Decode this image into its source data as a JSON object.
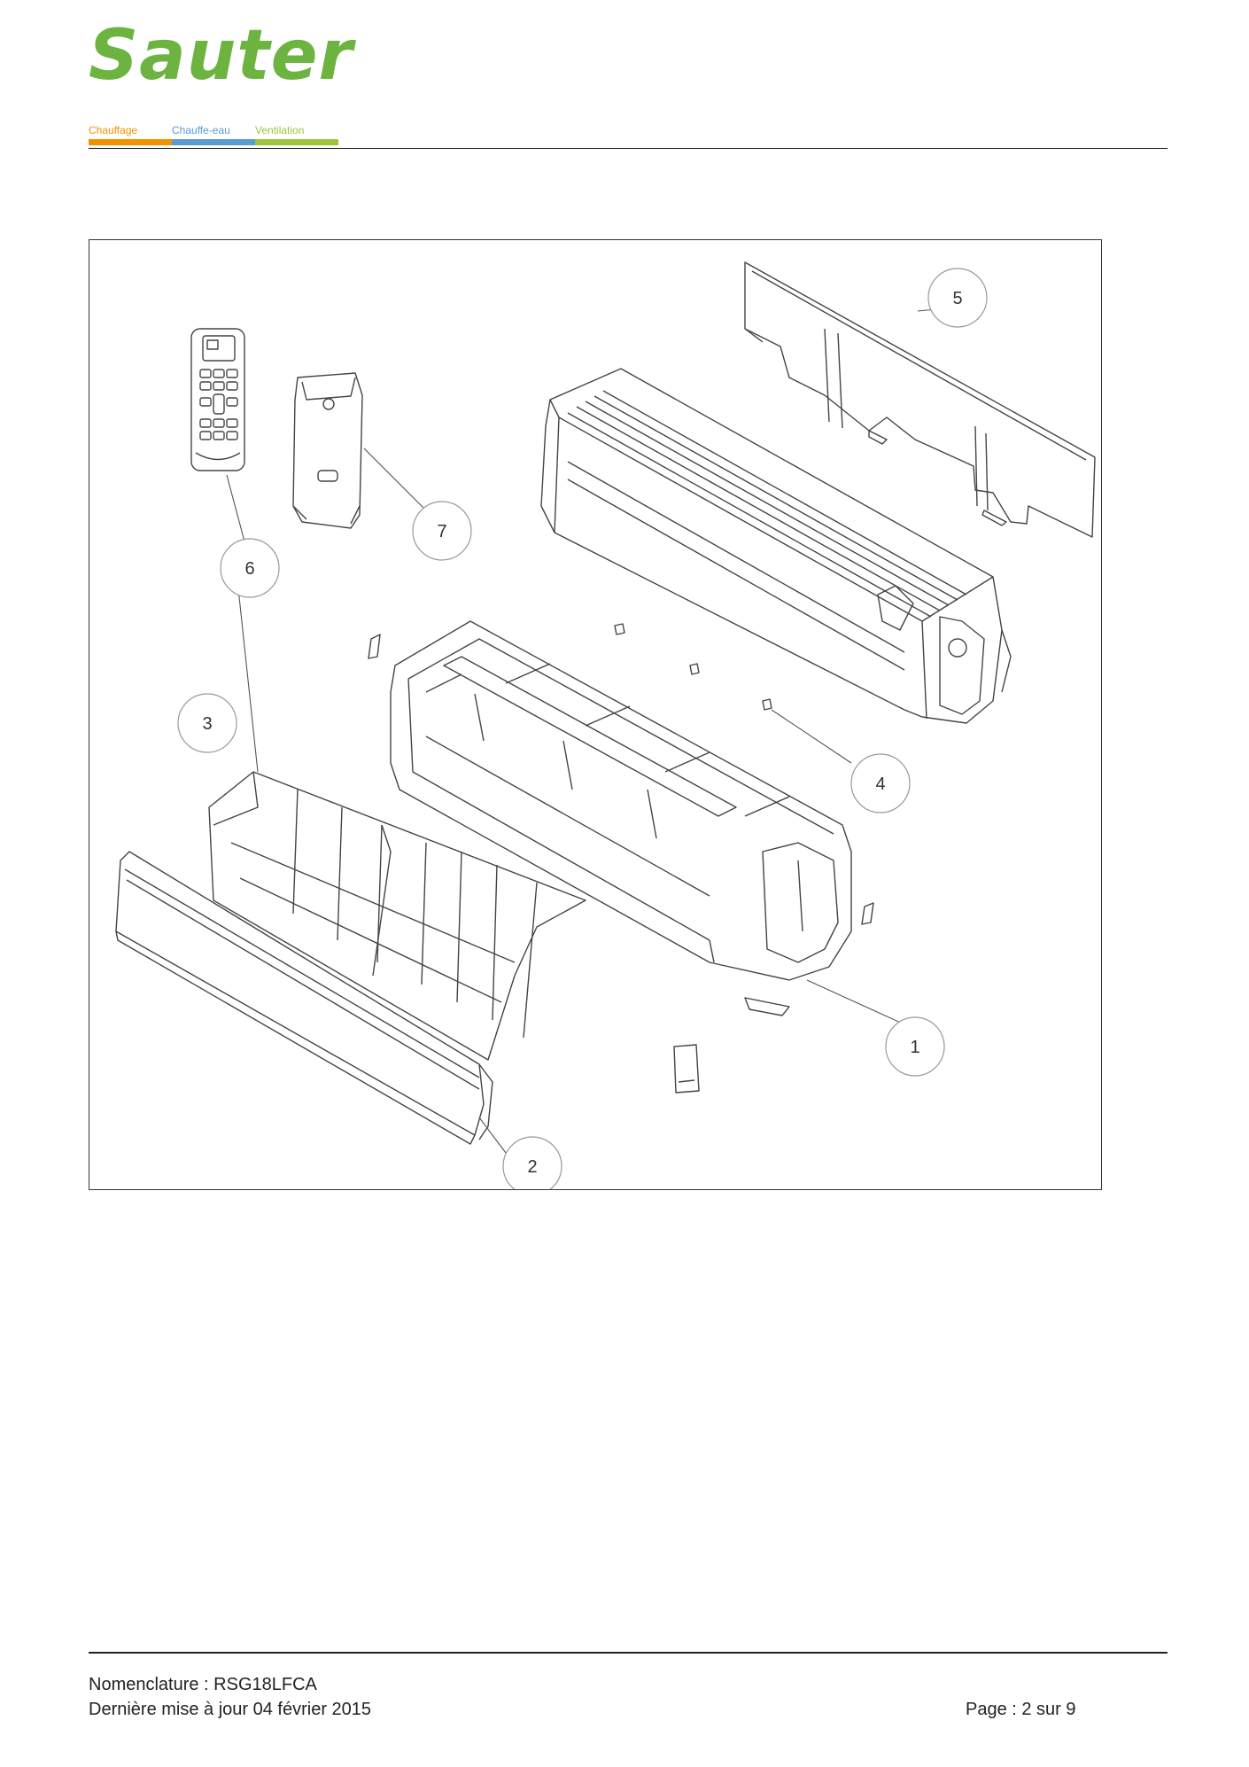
{
  "brand": {
    "name": "Sauter",
    "color": "#6cb33f",
    "tagline": [
      {
        "label": "Chauffage",
        "color": "#f39200"
      },
      {
        "label": "Chauffe-eau",
        "color": "#5b9bd5"
      },
      {
        "label": "Ventilation",
        "color": "#9bc53d"
      }
    ]
  },
  "diagram": {
    "callouts": [
      {
        "number": "1"
      },
      {
        "number": "2"
      },
      {
        "number": "3"
      },
      {
        "number": "4"
      },
      {
        "number": "5"
      },
      {
        "number": "6"
      },
      {
        "number": "7"
      }
    ]
  },
  "footer": {
    "nomenclature": "Nomenclature : RSG18LFCA",
    "updated": "Dernière mise à jour 04 février 2015",
    "page": "Page : 2 sur 9"
  }
}
